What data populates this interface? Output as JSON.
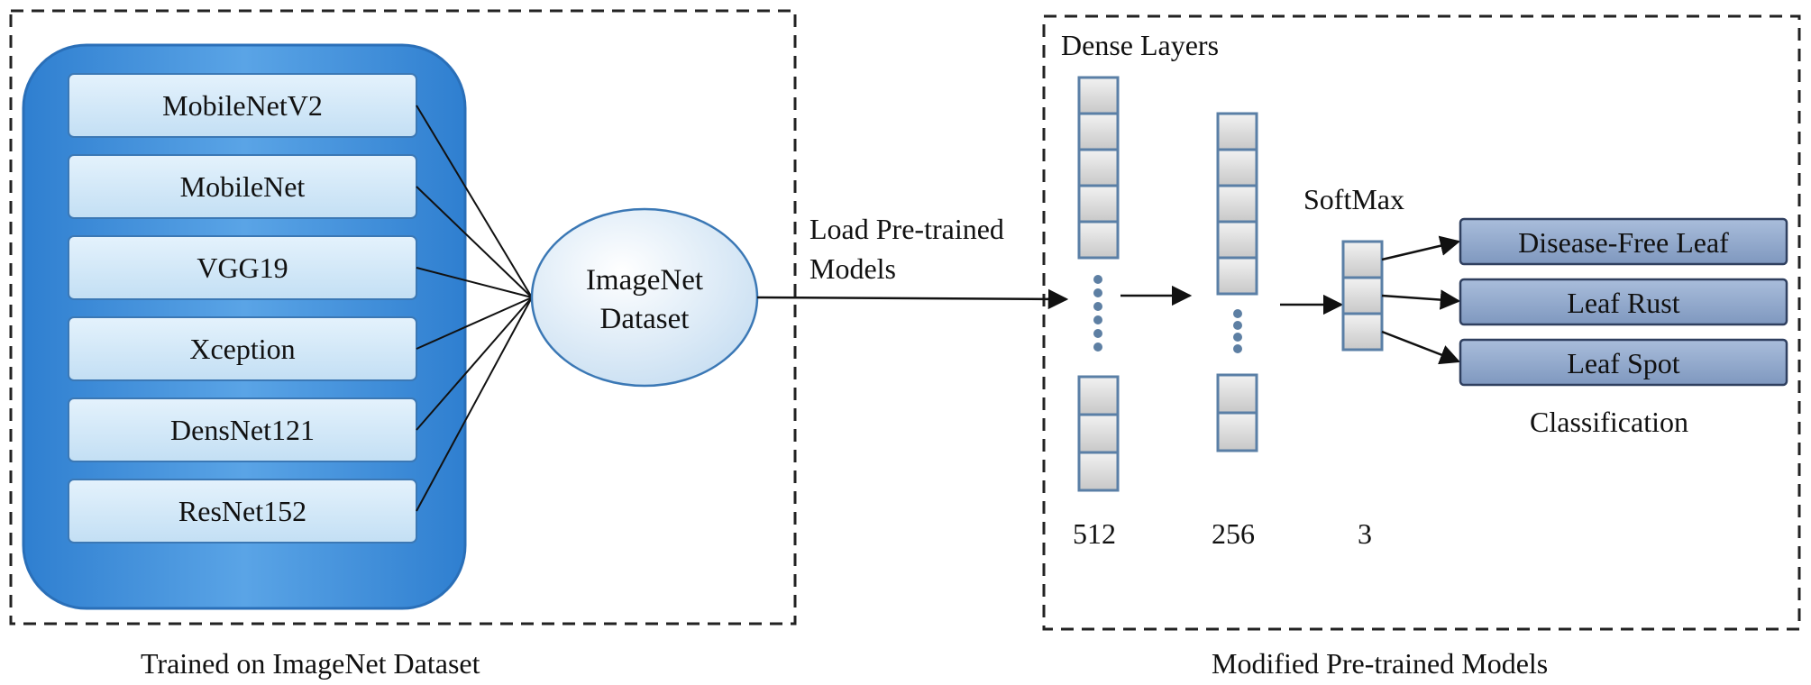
{
  "left_panel": {
    "caption": "Trained on ImageNet Dataset",
    "models": [
      "MobileNetV2",
      "MobileNet",
      "VGG19",
      "Xception",
      "DensNet121",
      "ResNet152"
    ]
  },
  "dataset": {
    "line1": "ImageNet",
    "line2": "Dataset"
  },
  "transfer_arrow": {
    "line1": "Load Pre-trained",
    "line2": "Models"
  },
  "right_panel": {
    "caption": "Modified Pre-trained Models",
    "dense_title": "Dense Layers",
    "softmax_title": "SoftMax",
    "layer_sizes": [
      "512",
      "256",
      "3"
    ],
    "classification_label": "Classification",
    "classes": [
      "Disease-Free Leaf",
      "Leaf Rust",
      "Leaf Spot"
    ]
  },
  "colors": {
    "container_blue": "#4f9be0",
    "model_box": "#cfe7f8",
    "class_box": "#8ea6c8",
    "neuron_fill": "#dcdcdc",
    "neuron_border": "#5a7fa6"
  }
}
